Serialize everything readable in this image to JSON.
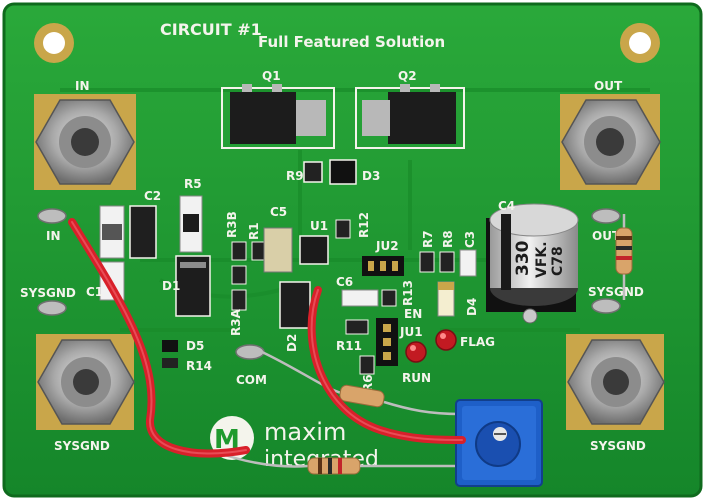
{
  "board": {
    "title": "CIRCUIT #1",
    "subtitle": "Full Featured Solution",
    "capacitor_marking": [
      "330",
      "VFK.",
      "C78"
    ],
    "logo_text": [
      "maxim",
      "integrated"
    ]
  },
  "labels": {
    "in": "IN",
    "out": "OUT",
    "sysgnd": "SYSGND",
    "com": "COM",
    "run": "RUN",
    "flag": "FLAG",
    "en": "EN",
    "q1": "Q1",
    "q2": "Q2",
    "c1": "C1",
    "c2": "C2",
    "c3": "C3",
    "c4": "C4",
    "c5": "C5",
    "c6": "C6",
    "d1": "D1",
    "d2": "D2",
    "d3": "D3",
    "d4": "D4",
    "d5": "D5",
    "r1": "R1",
    "r3a": "R3A",
    "r3b": "R3B",
    "r5": "R5",
    "r6": "R6",
    "r7": "R7",
    "r8": "R8",
    "r9": "R9",
    "r11": "R11",
    "r12": "R12",
    "r13": "R13",
    "r14": "R14",
    "u1": "U1",
    "ju1": "JU1",
    "ju2": "JU2"
  },
  "colors": {
    "pcb": "#1f9a2e",
    "pcb_dark": "#137a22",
    "silkscreen": "#f4f4ec",
    "pad_gold": "#c9a64a",
    "wire_red": "#d8202a",
    "potentiometer_blue": "#1e5fc8",
    "background": "#ffffff"
  }
}
